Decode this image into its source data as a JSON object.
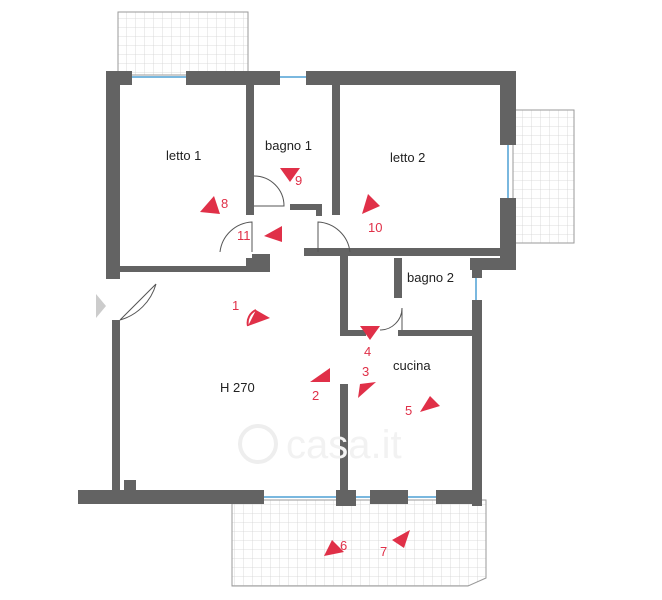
{
  "colors": {
    "wall": "#636363",
    "terrace_grid": "#cfcfcf",
    "terrace_border": "#9a9a9a",
    "window": "#7ab8df",
    "marker": "#e03048",
    "label": "#222222"
  },
  "rooms": {
    "letto1": "letto 1",
    "bagno1": "bagno 1",
    "letto2": "letto 2",
    "bagno2": "bagno 2",
    "cucina": "cucina",
    "height": "H 270"
  },
  "markers": [
    "1",
    "2",
    "3",
    "4",
    "5",
    "6",
    "7",
    "8",
    "9",
    "10",
    "11"
  ],
  "watermark": "casa.it"
}
